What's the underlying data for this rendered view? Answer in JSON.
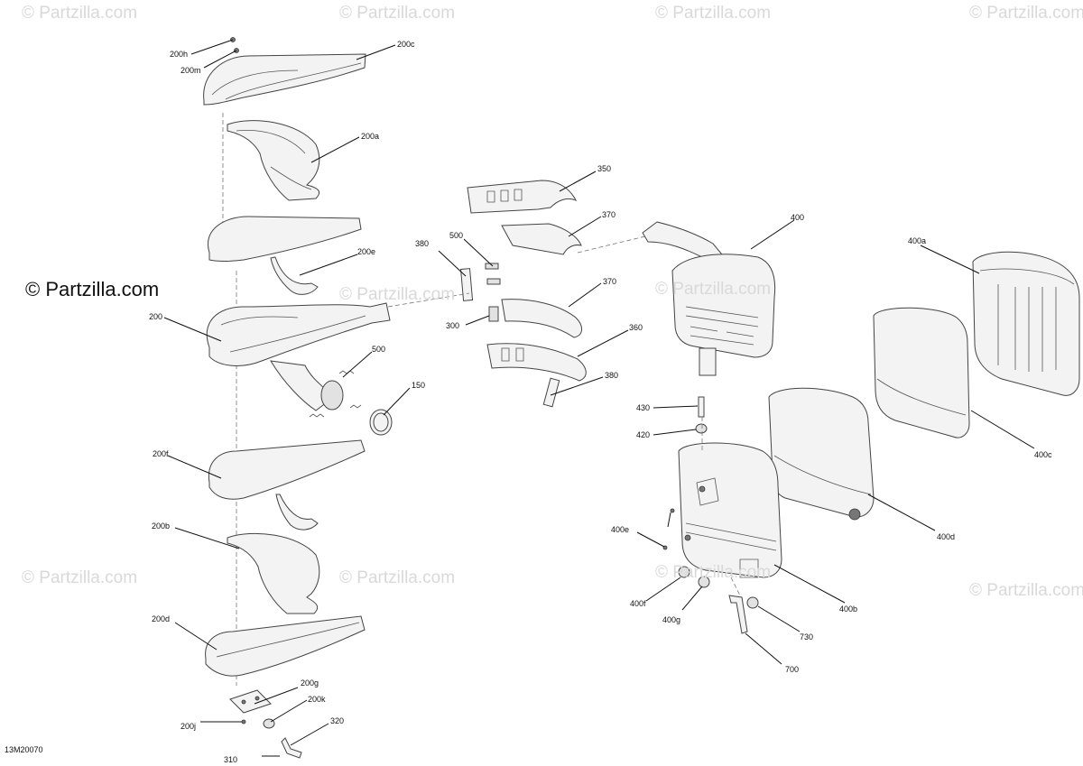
{
  "brand_text": "© Partzilla.com",
  "watermark_text": "© Partzilla.com",
  "diagram_code": "13M20070",
  "labels": {
    "l200h": "200h",
    "l200m": "200m",
    "l200c": "200c",
    "l200a": "200a",
    "l200e": "200e",
    "l200": "200",
    "l500a": "500",
    "l150": "150",
    "l200f": "200f",
    "l200b": "200b",
    "l200d": "200d",
    "l200g": "200g",
    "l200k": "200k",
    "l200j": "200j",
    "l320": "320",
    "l310": "310",
    "l350": "350",
    "l370a": "370",
    "l380a": "380",
    "l500b": "500",
    "l370b": "370",
    "l300": "300",
    "l360": "360",
    "l380b": "380",
    "l400": "400",
    "l400a": "400a",
    "l400c": "400c",
    "l400d": "400d",
    "l430": "430",
    "l420": "420",
    "l400e": "400e",
    "l400f": "400f",
    "l400g": "400g",
    "l400b": "400b",
    "l730": "730",
    "l700": "700"
  }
}
